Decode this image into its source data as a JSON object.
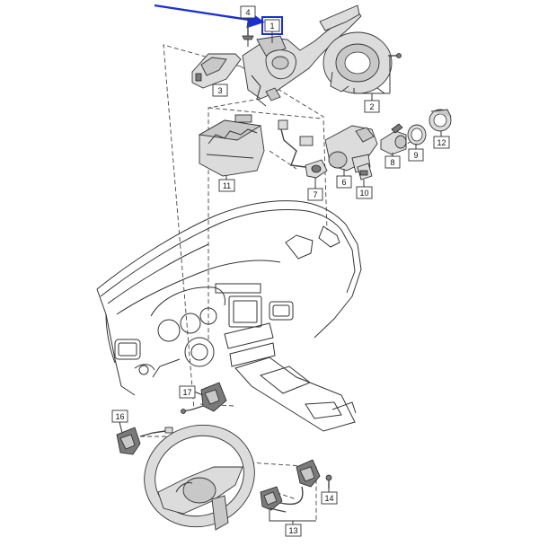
{
  "labels": {
    "l1": "1",
    "l2": "2",
    "l3": "3",
    "l4": "4",
    "l6": "6",
    "l7": "7",
    "l8": "8",
    "l9": "9",
    "l10": "10",
    "l11": "11",
    "l12": "12",
    "l13": "13",
    "l14": "14",
    "l16": "16",
    "l17": "17"
  },
  "colors": {
    "highlight": "#1a2fd6",
    "line": "#333333"
  }
}
